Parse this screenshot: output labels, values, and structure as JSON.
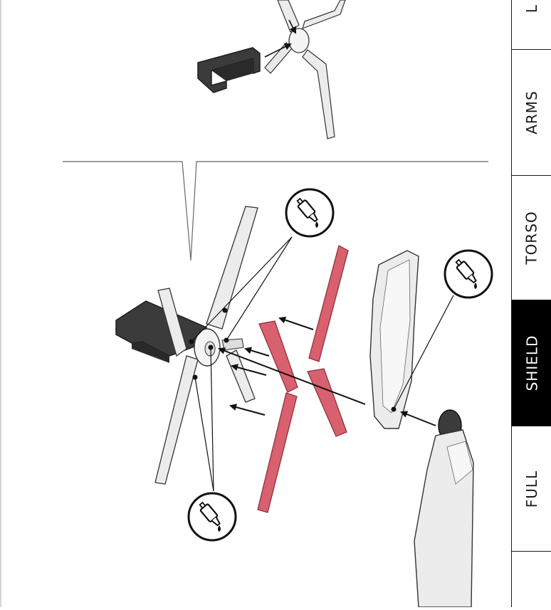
{
  "tabs": [
    {
      "label": "L",
      "active": false
    },
    {
      "label": "ARMS",
      "active": false
    },
    {
      "label": "TORSO",
      "active": false
    },
    {
      "label": "SHIELD",
      "active": true
    },
    {
      "label": "FULL",
      "active": false
    },
    {
      "label": "",
      "active": false
    }
  ],
  "colors": {
    "active_tab_bg": "#000000",
    "active_tab_text": "#ffffff",
    "red_part": "#d9606e",
    "dark_part": "#3b3b3b",
    "light_part": "#ececec"
  },
  "icons": [
    "glue-bottle-icon",
    "glue-bottle-icon",
    "glue-bottle-icon"
  ]
}
